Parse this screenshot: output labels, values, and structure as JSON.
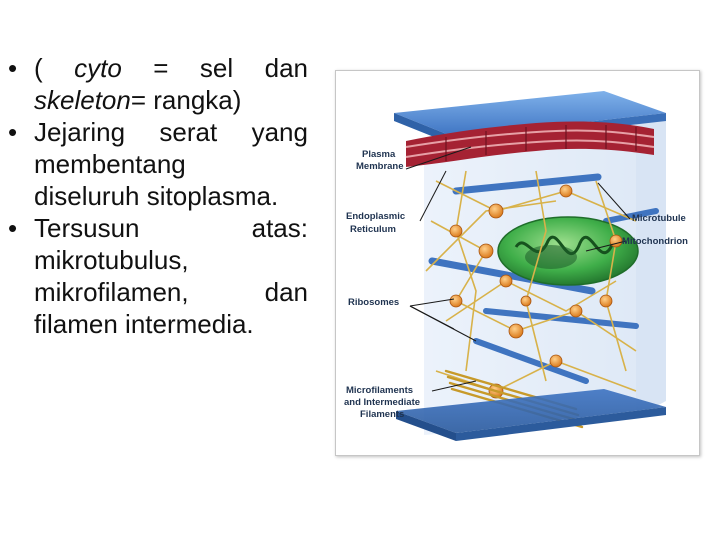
{
  "bullets": [
    {
      "lines": [
        [
          {
            "t": "(",
            "i": false
          },
          {
            "t": "cyto",
            "i": true
          },
          {
            "t": "=",
            "i": false
          },
          {
            "t": "sel",
            "i": false
          },
          {
            "t": "dan",
            "i": false
          }
        ],
        [
          {
            "t": "skeleton",
            "i": true
          },
          {
            "t": "= rangka)",
            "i": false
          }
        ]
      ]
    },
    {
      "lines": [
        [
          {
            "t": "Jejaring",
            "i": false
          },
          {
            "t": "serat",
            "i": false
          },
          {
            "t": "yang",
            "i": false
          }
        ],
        [
          {
            "t": "membentang",
            "i": false
          }
        ],
        [
          {
            "t": "diseluruh sitoplasma.",
            "i": false
          }
        ]
      ]
    },
    {
      "lines": [
        [
          {
            "t": "Tersusun",
            "i": false
          },
          {
            "t": "atas:",
            "i": false
          }
        ],
        [
          {
            "t": "mikrotubulus,",
            "i": false
          }
        ],
        [
          {
            "t": "mikrofilamen,",
            "i": false
          },
          {
            "t": "dan",
            "i": false
          }
        ],
        [
          {
            "t": "filamen intermedia.",
            "i": false
          }
        ]
      ]
    }
  ],
  "figure": {
    "labels": {
      "plasma_membrane_1": "Plasma",
      "plasma_membrane_2": "Membrane",
      "er_1": "Endoplasmic",
      "er_2": "Reticulum",
      "ribosomes": "Ribosomes",
      "microfilaments_1": "Microfilaments",
      "microfilaments_2": "and Intermediate",
      "microfilaments_3": "Filaments",
      "microtubule": "Microtubule",
      "mitochondrion": "Mitochondrion"
    },
    "colors": {
      "membrane_top": "#4a86d0",
      "membrane_bottom": "#2f62a8",
      "er": "#9e1f2e",
      "microtubule": "#3f74c0",
      "mitochondrion": "#3fae49",
      "ribosome": "#e08a22",
      "filament": "#d8b24a"
    }
  }
}
